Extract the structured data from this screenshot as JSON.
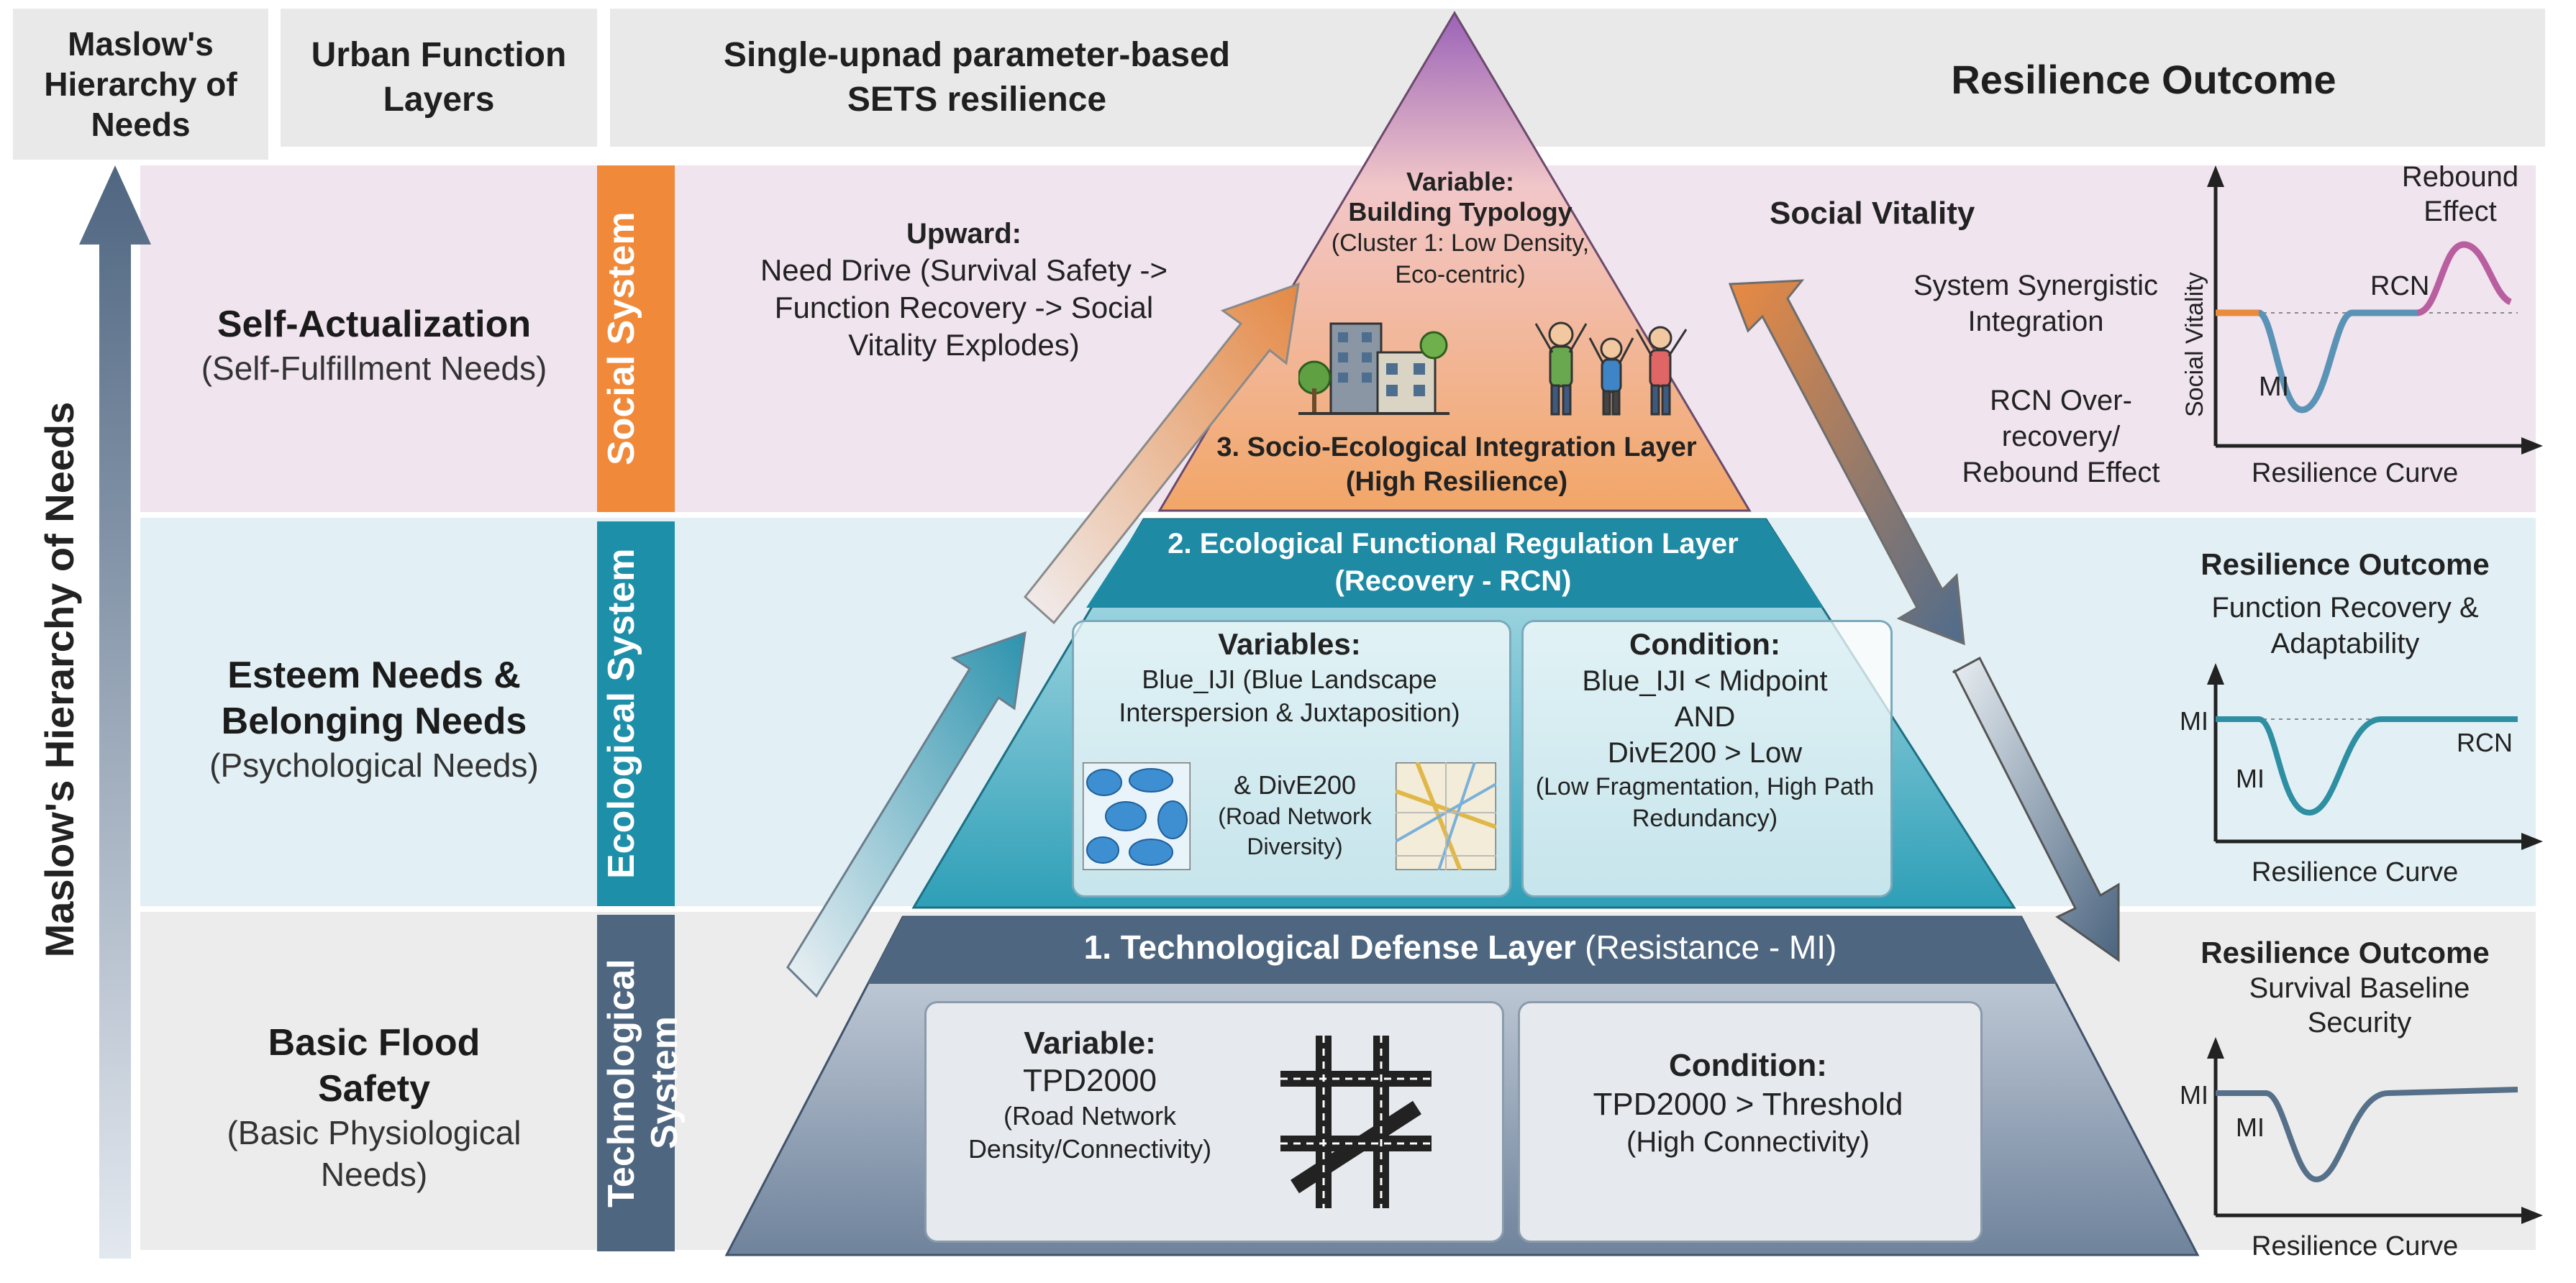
{
  "header": {
    "col1": "Maslow's Hierarchy of Needs",
    "col2": "Urban Function Layers",
    "col3": "Single-upnad parameter-based SETS resilience",
    "col4": "Resilience Outcome"
  },
  "axis_label": "Maslow's Hierarchy of Needs",
  "rows": [
    {
      "title": "Self-Actualization",
      "subtitle": "(Self-Fulfillment Needs)",
      "system": "Social System"
    },
    {
      "title": "Esteem Needs & Belonging Needs",
      "subtitle": "(Psychological Needs)",
      "system": "Ecological System"
    },
    {
      "title": "Basic Flood Safety",
      "subtitle": "(Basic Physiological Needs)",
      "system": "Technological System"
    }
  ],
  "upward": {
    "title": "Upward:",
    "text": "Need Drive (Survival Safety -> Function Recovery -> Social Vitality Explodes)"
  },
  "layer3": {
    "var_title": "Variable:",
    "var_name": "Building Typology",
    "var_desc": "(Cluster 1: Low Density, Eco-centric)",
    "band": "3. Socio-Ecological Integration Layer",
    "band_sub": "(High Resilience)"
  },
  "layer2": {
    "band": "2. Ecological Functional Regulation Layer",
    "band_sub": "(Recovery - RCN)",
    "var_title": "Variables:",
    "var_text1": "Blue_IJI (Blue Landscape Interspersion & Juxtaposition)",
    "var_text2": "& DivE200",
    "var_text3": "(Road Network Diversity)",
    "cond_title": "Condition:",
    "cond_text1": "Blue_IJI < Midpoint",
    "cond_text2": "AND",
    "cond_text3": "DivE200 > Low",
    "cond_text4": "(Low Fragmentation, High Path Redundancy)"
  },
  "layer1": {
    "band_bold": "1. Technological Defense Layer",
    "band_light": "(Resistance - MI)",
    "var_title": "Variable:",
    "var_name": "TPD2000",
    "var_desc": "(Road Network Density/Connectivity)",
    "cond_title": "Condition:",
    "cond_text1": "TPD2000 > Threshold",
    "cond_text2": "(High Connectivity)"
  },
  "outcome_social": {
    "title": "Social Vitality",
    "line1": "System Synergistic Integration",
    "line2": "RCN Over-recovery/ Rebound Effect",
    "chart_ylabel": "Social Vitality",
    "chart_xlabel": "Resilience Curve",
    "label_mi": "MI",
    "label_rcn": "RCN",
    "label_rebound": "Rebound Effect"
  },
  "outcome_eco": {
    "title": "Resilience Outcome",
    "line1": "Function Recovery & Adaptability",
    "chart_ylabel": "MI",
    "chart_xlabel": "Resilience Curve",
    "label_mi": "MI",
    "label_rcn": "RCN"
  },
  "outcome_tech": {
    "title": "Resilience Outcome",
    "line1": "Survival Baseline Security",
    "chart_ylabel": "MI",
    "chart_xlabel": "Resilience Curve",
    "label_mi": "MI"
  },
  "colors": {
    "social_tab": "#f08a3a",
    "eco_tab": "#1e8fa8",
    "tech_tab": "#4e6680",
    "pyramid_top": "#f1b27a",
    "pyramid_mid": "#2a9db5",
    "pyramid_bot": "#5a6f87"
  }
}
